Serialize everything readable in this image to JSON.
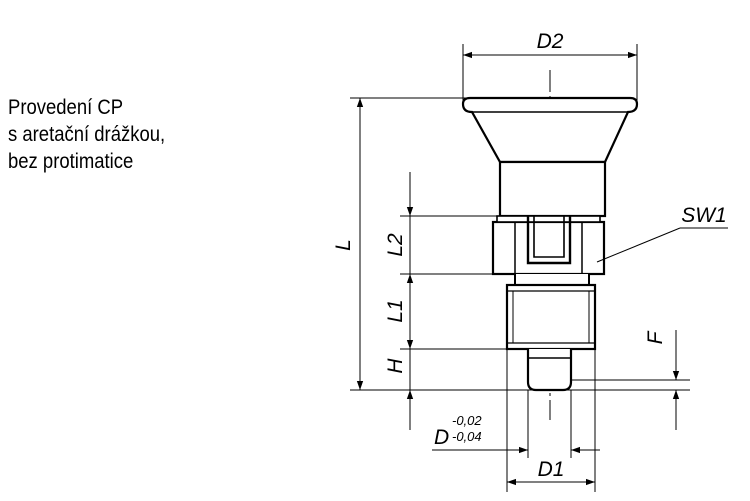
{
  "description": {
    "line1": "Provedení CP",
    "line2": "s aretační drážkou,",
    "line3": "bez protimatice"
  },
  "dimensions": {
    "d2": "D2",
    "l": "L",
    "l2": "L2",
    "l1": "L1",
    "h": "H",
    "sw1": "SW1",
    "f": "F",
    "d": "D",
    "d_tol_upper": "-0,02",
    "d_tol_lower": "-0,04",
    "d1": "D1"
  }
}
